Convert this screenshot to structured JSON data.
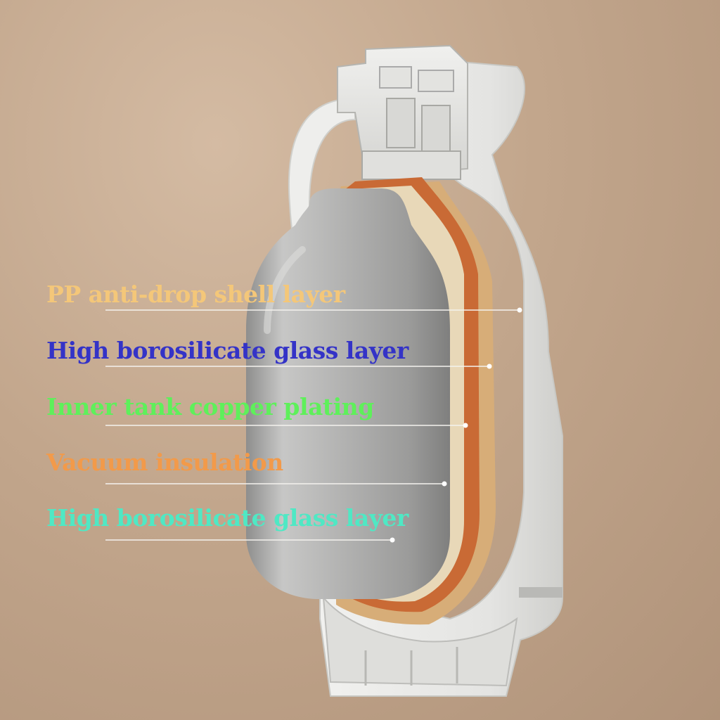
{
  "labels": [
    {
      "text": "PP anti-drop shell layer",
      "color": "#f4c779"
    },
    {
      "text": "High borosilicate glass layer",
      "color": "#3433c7"
    },
    {
      "text": "Inner tank copper plating",
      "color": "#5ef05a"
    },
    {
      "text": "Vacuum insulation",
      "color": "#f29a4a"
    },
    {
      "text": "High borosilicate glass layer",
      "color": "#4fe8c4"
    }
  ],
  "colors": {
    "shell": "#e7e7e5",
    "shell_shadow": "#c9c9c6",
    "copper": "#c96a35",
    "vacuum": "#d7ad78",
    "glass_inner": "#bcbcbb",
    "leader_line": "#f4f2ee"
  }
}
